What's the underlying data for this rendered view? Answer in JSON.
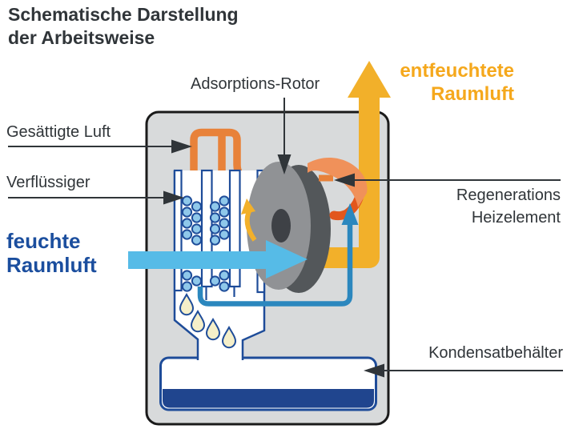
{
  "title": {
    "line1": "Schematische Darstellung",
    "line2": "der Arbeitsweise"
  },
  "labels": {
    "adsorption_rotor": "Adsorptions-Rotor",
    "saturated_air": "Gesättigte Luft",
    "condenser": "Verflüssiger",
    "humid_air": {
      "line1": "feuchte",
      "line2": "Raumluft"
    },
    "dehumidified_air": {
      "line1": "entfeuchtete",
      "line2": "Raumluft"
    },
    "regeneration_heater": {
      "line1": "Regenerations",
      "line2": "Heizelement"
    },
    "condensate_tank": "Kondensatbehälter"
  },
  "colors": {
    "ink": "#303539",
    "navy": "#1E4C99",
    "water": "#20458E",
    "blue_text": "#1B4E9E",
    "light_blue": "#56BBE7",
    "bubble": "#8FC8EA",
    "teal": "#2B87BE",
    "yellow": "#F2B02A",
    "yellow_text": "#F5A81C",
    "orange": "#E8823A",
    "heater_light": "#F0915A",
    "heater_dark": "#E2571D",
    "box_fill": "#D8DADB",
    "box_border": "#1A1A1A",
    "rotor_front": "#909295",
    "rotor_side": "#53575A",
    "rotor_hole": "#3E4146",
    "droplet": "#F5EFC9",
    "white": "#FFFFFF"
  }
}
